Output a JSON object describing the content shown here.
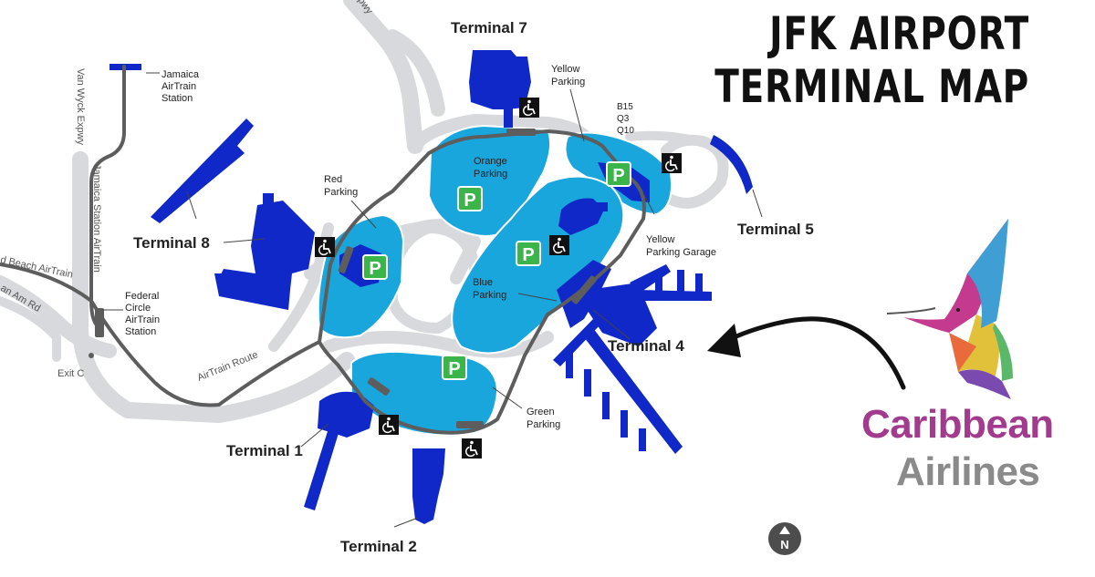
{
  "header": {
    "title_line1": "JFK AIRPORT",
    "title_line2": "TERMINAL MAP"
  },
  "brand": {
    "line1": "Caribbean",
    "line2": "Airlines"
  },
  "colors": {
    "terminal": "#1028c8",
    "parking": "#19a6dd",
    "road": "#d7d9dc",
    "airtrain": "#5d5d5d",
    "parking_sign": "#3bb54a",
    "accessibility_sign": "#111111",
    "brand_purple": "#a23a8e",
    "brand_gray": "#8a8a8a"
  },
  "terminals": {
    "t1": "Terminal 1",
    "t2": "Terminal 2",
    "t4": "Terminal 4",
    "t5": "Terminal 5",
    "t7": "Terminal 7",
    "t8": "Terminal 8"
  },
  "parking_areas": {
    "red": [
      "Red",
      "Parking"
    ],
    "orange": [
      "Orange",
      "Parking"
    ],
    "yellow": [
      "Yellow",
      "Parking"
    ],
    "yellow_garage": [
      "Yellow",
      "Parking Garage"
    ],
    "blue": [
      "Blue",
      "Parking"
    ],
    "green": [
      "Green",
      "Parking"
    ]
  },
  "stations": {
    "jamaica": [
      "Jamaica",
      "AirTrain",
      "Station"
    ],
    "federal": [
      "Federal",
      "Circle",
      "AirTrain",
      "Station"
    ]
  },
  "roads": {
    "van_wyck": "Van Wyck Expwy",
    "jamaica_station_airtrain": "Jamaica Station AirTrain",
    "beach_airtrain": "d Beach AirTrain",
    "pan_am": "an Am Rd",
    "airtrain_route": "AirTrain Route",
    "exit_c": "Exit C",
    "expwy_top": "pwy"
  },
  "bus_routes": [
    "B15",
    "Q3",
    "Q10"
  ],
  "signs": {
    "parking": "P",
    "north": "N",
    "accessibility": "accessibility-icon"
  }
}
